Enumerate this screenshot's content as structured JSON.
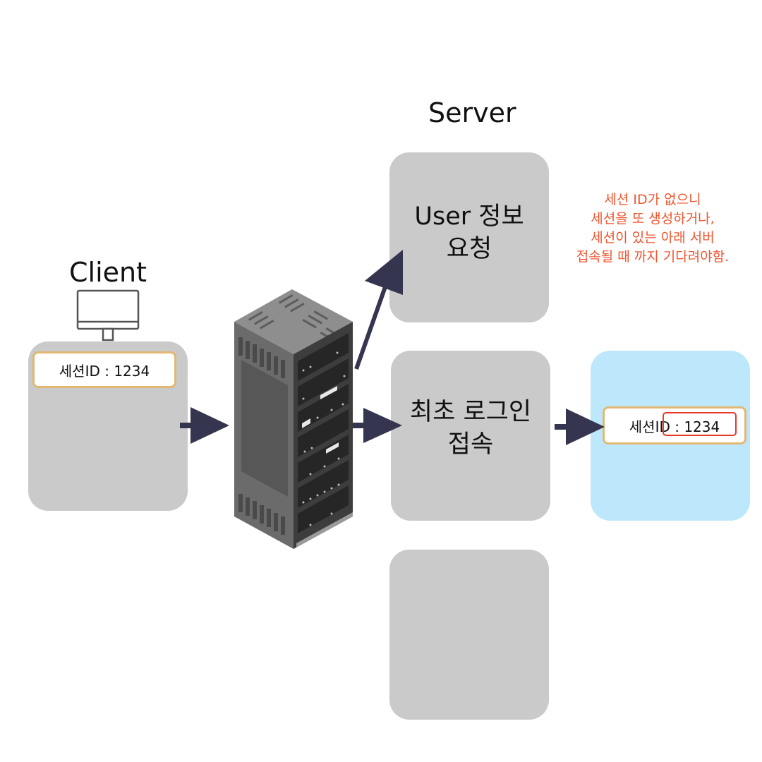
{
  "client": {
    "title": "Client",
    "session_text": "세션ID : 1234"
  },
  "server": {
    "title": "Server",
    "box_user_info": [
      "User 정보",
      "요청"
    ],
    "box_first_login": [
      "최초 로그인",
      "접속"
    ],
    "box_empty": ""
  },
  "target": {
    "session_text": "세션ID : 1234"
  },
  "note": {
    "lines": [
      "세션 ID가 없으니",
      "세션을 또 생성하거나,",
      "세션이 있는 아래 서버",
      "접속될 때 까지 기다려야함."
    ]
  },
  "icons": [
    "monitor-icon",
    "server-rack-icon",
    "arrow-icon"
  ],
  "colors": {
    "box_gray": "#cacaca",
    "box_blue": "#bde8fb",
    "session_border": "#e2b872",
    "note_red": "#f1552f",
    "highlight_red": "#e83a2a",
    "arrow": "#36354f"
  }
}
